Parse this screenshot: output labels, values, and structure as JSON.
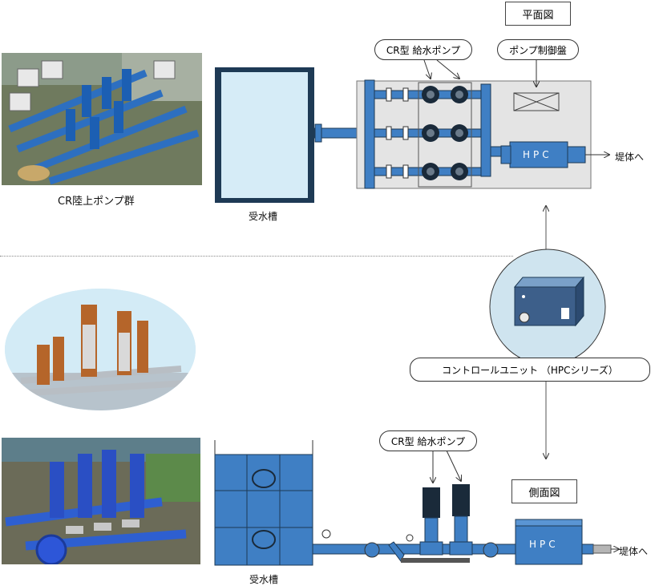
{
  "labels": {
    "plan_view": "平面図",
    "side_view": "側面図",
    "cr_pump_top": "CR型 給水ポンプ",
    "cr_pump_bottom": "CR型 給水ポンプ",
    "control_panel": "ポンプ制御盤",
    "hpc_top": "HPC",
    "hpc_bottom": "HPC",
    "to_main_top": "堤体へ",
    "to_main_bottom": "堤体へ",
    "tank_top": "受水槽",
    "tank_bottom": "受水槽",
    "photo_caption": "CR陸上ポンプ群",
    "control_unit": "コントロールユニット （HPCシリーズ）"
  },
  "colors": {
    "pipe_blue": "#3f7fc4",
    "tank_fill": "#d6ecf7",
    "skid_gray": "#e4e4e4",
    "accent_dark": "#1a2a3a"
  },
  "icons": [
    "pump-icon",
    "control-box-icon",
    "arrow-icon"
  ]
}
